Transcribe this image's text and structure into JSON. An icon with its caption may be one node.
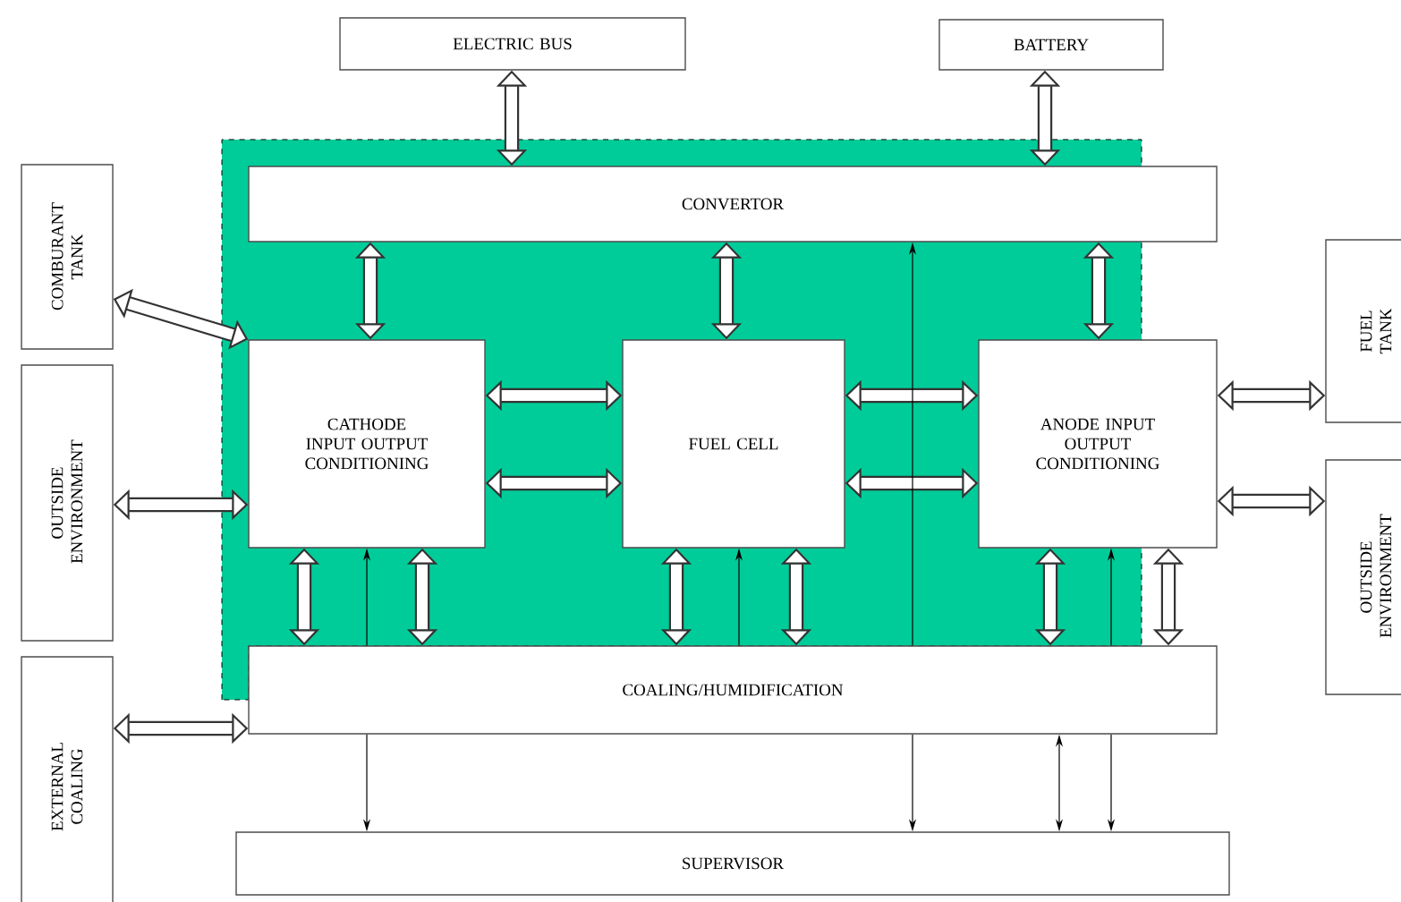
{
  "diagram": {
    "nodes": [
      {
        "text": [
          "ELECTRIC BUS"
        ]
      },
      {
        "text": [
          "BATTERY"
        ]
      },
      {
        "text": [
          "CONVERTOR"
        ]
      },
      {
        "text": [
          "COMBURANT TANK"
        ]
      },
      {
        "text": [
          "OUTSIDE ENVIRONMENT"
        ]
      },
      {
        "text": [
          "CATHODE INPUT OUTPUT CONDITIONING"
        ]
      },
      {
        "text": [
          "FUEL CELL"
        ]
      },
      {
        "text": [
          "ANODE INPUT OUTPUT CONDITIONING"
        ]
      },
      {
        "text": [
          "FUEL TANK"
        ]
      },
      {
        "text": [
          "OUTSIDE ENVIRONMENT"
        ]
      },
      {
        "text": [
          "EXTERNAL COALING"
        ]
      },
      {
        "text": [
          "COALING/HUMIDIFICATION"
        ]
      },
      {
        "text": [
          "SUPERVISOR"
        ]
      }
    ],
    "edges": [
      {
        "from": 0,
        "to": 2,
        "arrow": "both"
      },
      {
        "from": 1,
        "to": 2,
        "arrow": "both"
      },
      {
        "from": 3,
        "to": 5,
        "arrow": "both"
      },
      {
        "from": 2,
        "to": 5,
        "arrow": "both"
      },
      {
        "from": 2,
        "to": 6,
        "arrow": "both"
      },
      {
        "from": 2,
        "to": 7,
        "arrow": "both"
      },
      {
        "from": 5,
        "to": 6,
        "arrow": "both"
      },
      {
        "from": 5,
        "to": 6,
        "arrow": "both"
      },
      {
        "from": 6,
        "to": 7,
        "arrow": "both"
      },
      {
        "from": 6,
        "to": 7,
        "arrow": "both"
      },
      {
        "from": 7,
        "to": 8,
        "arrow": "both"
      },
      {
        "from": 7,
        "to": 9,
        "arrow": "both"
      },
      {
        "from": 4,
        "to": 5,
        "arrow": "both"
      },
      {
        "from": 10,
        "to": 11,
        "arrow": "both"
      },
      {
        "from": 5,
        "to": 11,
        "arrow": "both"
      },
      {
        "from": 11,
        "to": 5,
        "arrow": "to"
      },
      {
        "from": 5,
        "to": 11,
        "arrow": "both"
      },
      {
        "from": 6,
        "to": 11,
        "arrow": "both"
      },
      {
        "from": 11,
        "to": 6,
        "arrow": "to"
      },
      {
        "from": 6,
        "to": 11,
        "arrow": "both"
      },
      {
        "from": 7,
        "to": 11,
        "arrow": "both"
      },
      {
        "from": 11,
        "to": 7,
        "arrow": "to"
      },
      {
        "from": 7,
        "to": 11,
        "arrow": "both"
      },
      {
        "from": 11,
        "to": 2,
        "arrow": "to"
      },
      {
        "from": 11,
        "to": 12,
        "arrow": "to"
      },
      {
        "from": 11,
        "to": 12,
        "arrow": "to"
      },
      {
        "from": 11,
        "to": 12,
        "arrow": "both"
      },
      {
        "from": 11,
        "to": 12,
        "arrow": "to"
      }
    ]
  }
}
